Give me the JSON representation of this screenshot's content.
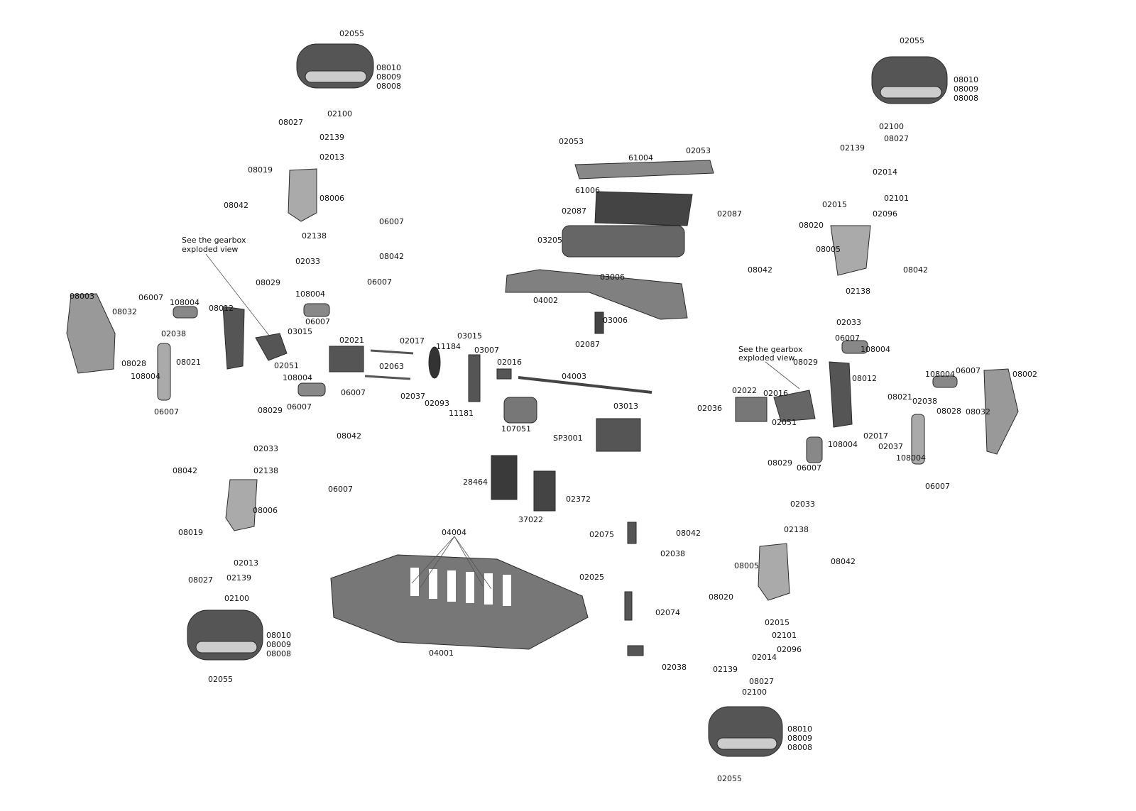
{
  "title": "Exploded view parts diagram",
  "colors": {
    "part": "#6e6e6e",
    "part_dark": "#3c3c3c",
    "part_light": "#bdbdbd",
    "label": "#111111"
  },
  "labels": [
    "02055",
    "08010",
    "08009",
    "08008",
    "02100",
    "08027",
    "02139",
    "02013",
    "08019",
    "08006",
    "08042",
    "02138",
    "See the gearbox",
    "exploded view",
    "02033",
    "08029",
    "108004",
    "08003",
    "06007",
    "108004",
    "08012",
    "08032",
    "06007",
    "02038",
    "03015",
    "08021",
    "08028",
    "02051",
    "108004",
    "108004",
    "06007",
    "06007",
    "06007",
    "08029",
    "08042",
    "02033",
    "08042",
    "02138",
    "06007",
    "08006",
    "08019",
    "02013",
    "02139",
    "08027",
    "02100",
    "08010",
    "08009",
    "08008",
    "02055",
    "06007",
    "08042",
    "06007",
    "02021",
    "02017",
    "03015",
    "11184",
    "03007",
    "02063",
    "02016",
    "04003",
    "02037",
    "02093",
    "11181",
    "107051",
    "03013",
    "SP3001",
    "28464",
    "02372",
    "37022",
    "04004",
    "02075",
    "02038",
    "02025",
    "02074",
    "02038",
    "04001",
    "02053",
    "61004",
    "02053",
    "61006",
    "02087",
    "02087",
    "03205",
    "03006",
    "04002",
    "03006",
    "02087",
    "02055",
    "08010",
    "08009",
    "08008",
    "02100",
    "08027",
    "02139",
    "02014",
    "02101",
    "02015",
    "02096",
    "08020",
    "08005",
    "08042",
    "08042",
    "02138",
    "02033",
    "06007",
    "108004",
    "See the gearbox",
    "exploded view",
    "08029",
    "08012",
    "06007",
    "108004",
    "08002",
    "02022",
    "02016",
    "02036",
    "08021",
    "02038",
    "08028",
    "08032",
    "02051",
    "02017",
    "02037",
    "108004",
    "108004",
    "08029",
    "06007",
    "06007",
    "02033",
    "08042",
    "02138",
    "08042",
    "08005",
    "08020",
    "02015",
    "02101",
    "02096",
    "02014",
    "02139",
    "08027",
    "02100",
    "08010",
    "08009",
    "08008",
    "02055"
  ]
}
